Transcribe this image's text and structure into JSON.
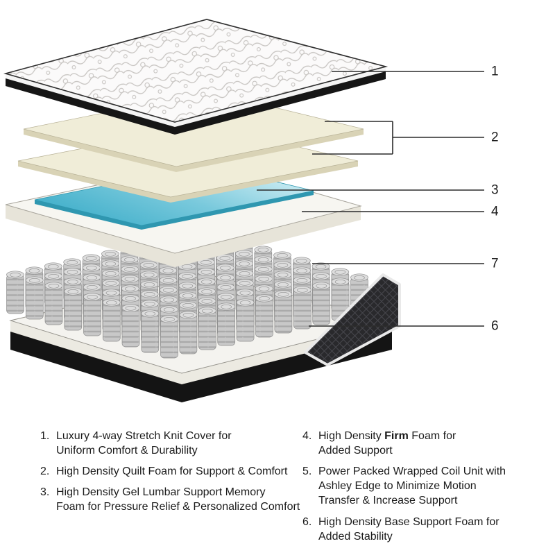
{
  "diagram": {
    "callouts": [
      "1",
      "2",
      "3",
      "4",
      "7",
      "6"
    ],
    "colors": {
      "line": "#2a2a2a",
      "number": "#1c1c1c",
      "cover_top": "#fbfafa",
      "quilt": "#c7c4c1",
      "cover_border": "#2f2f2f",
      "cover_edge_black": "#161616",
      "cover_edge_white": "#f4f4f4",
      "cream_top": "#f0edd8",
      "cream_side": "#d9d3b6",
      "cream_line": "#b7b196",
      "gel_light": "#d8f1f6",
      "gel_mid": "#79c9dc",
      "gel_dark": "#3aacc8",
      "gel_side": "#2f97b0",
      "slab_top": "#f7f6f1",
      "slab_side": "#e7e4d9",
      "slab_line": "#a8a59c",
      "coil_body": "#c8c8c8",
      "coil_rib": "#aaaaaa",
      "coil_top": "#dddddd",
      "coil_outline": "#8f8f8f",
      "base_top": "#f4f3ef",
      "base_side": "#eceae2",
      "base_line": "#96948d",
      "base_black": "#141414",
      "fabric": "#29292c",
      "fabric_line": "#46464c",
      "fabric_edge": "#e9e9e9"
    }
  },
  "legend": {
    "left": [
      {
        "num": "1.",
        "text": "Luxury 4-way Stretch Knit Cover for\nUniform Comfort & Durability"
      },
      {
        "num": "2.",
        "text": "High Density Quilt Foam for Support & Comfort"
      },
      {
        "num": "3.",
        "text": "High Density Gel Lumbar Support Memory\nFoam for Pressure Relief & Personalized Comfort"
      }
    ],
    "right": [
      {
        "num": "4.",
        "text_pre": "High Density ",
        "text_bold": "Firm",
        "text_post": " Foam for\nAdded Support"
      },
      {
        "num": "5.",
        "text": "Power Packed Wrapped Coil Unit with\nAshley Edge to Minimize Motion\nTransfer & Increase Support"
      },
      {
        "num": "6.",
        "text": "High Density Base Support Foam for\nAdded Stability"
      }
    ]
  }
}
